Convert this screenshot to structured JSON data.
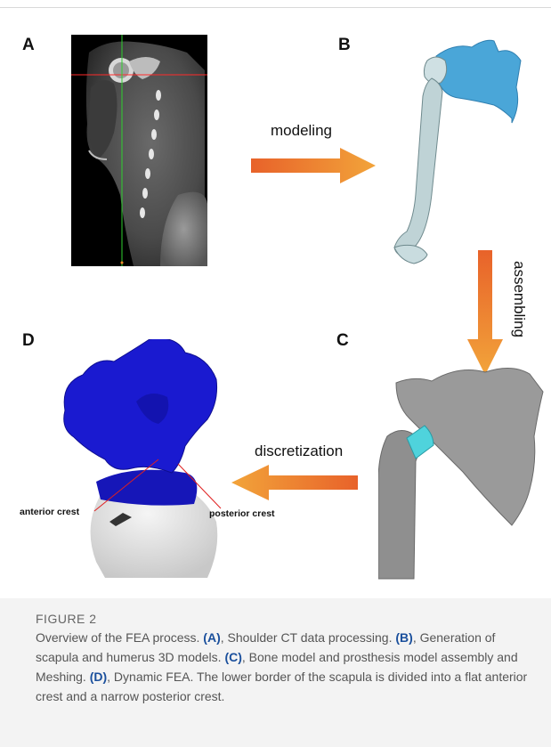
{
  "panels": {
    "a": "A",
    "b": "B",
    "c": "C",
    "d": "D"
  },
  "steps": {
    "modeling": "modeling",
    "assembling": "assembling",
    "discretization": "discretization"
  },
  "annotations": {
    "anterior_crest": "anterior crest",
    "posterior_crest": "posterior crest"
  },
  "caption": {
    "title": "FIGURE 2",
    "t1": "Overview of the FEA process. ",
    "a": "(A)",
    "t2": ", Shoulder CT data processing. ",
    "b": "(B)",
    "t3": ", Generation of scapula and humerus 3D models. ",
    "c": "(C)",
    "t4": ", Bone model and prosthesis model assembly and Meshing. ",
    "d": "(D)",
    "t5": ", Dynamic FEA. The lower border of the scapula is divided into a flat anterior crest and a narrow posterior crest."
  },
  "colors": {
    "arrow_start": "#e8622a",
    "arrow_end": "#f2a43a",
    "scapula_blue": "#4aa6d8",
    "humerus": "#bfd3d6",
    "mesh_gray": "#9a9a9a",
    "mesh_blue": "#1616b8",
    "caption_bg": "#f3f3f3",
    "caption_link": "#1a4f9c"
  }
}
